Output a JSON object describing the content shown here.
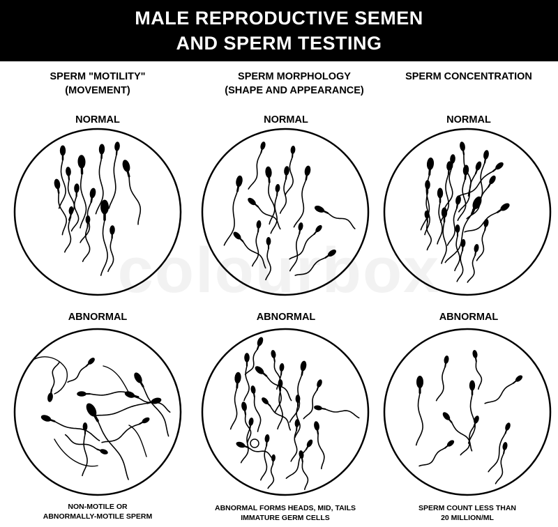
{
  "title": {
    "line1": "MALE REPRODUCTIVE SEMEN",
    "line2": "AND SPERM TESTING"
  },
  "columns": [
    {
      "heading_lines": [
        "SPERM \"MOTILITY\"",
        "(MOVEMENT)"
      ]
    },
    {
      "heading_lines": [
        "SPERM MORPHOLOGY",
        "(SHAPE AND APPEARANCE)"
      ]
    },
    {
      "heading_lines": [
        "SPERM CONCENTRATION"
      ]
    }
  ],
  "row_labels": {
    "normal": "NORMAL",
    "abnormal": "ABNORMAL"
  },
  "captions": [
    {
      "lines": [
        "NON-MOTILE OR",
        "ABNORMALLY-MOTILE SPERM"
      ]
    },
    {
      "lines": [
        "ABNORMAL FORMS HEADS, MID, TAILS",
        "IMMATURE GERM CELLS"
      ]
    },
    {
      "lines": [
        "SPERM COUNT LESS THAN",
        "20 MILLION/ML"
      ]
    }
  ],
  "watermark": "colourbox",
  "colors": {
    "ink": "#000000",
    "background": "#ffffff"
  }
}
